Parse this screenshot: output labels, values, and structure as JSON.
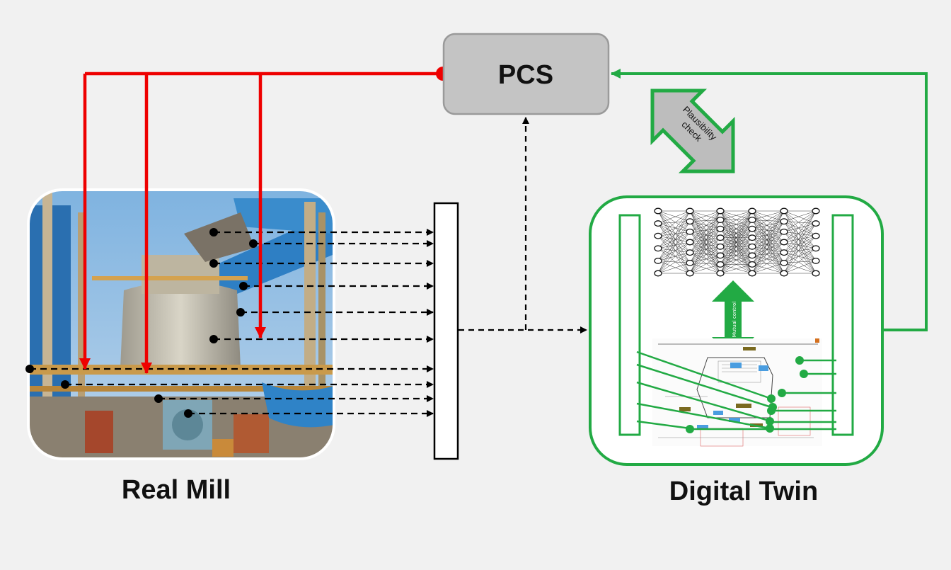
{
  "pcs": {
    "label": "PCS"
  },
  "plausibility": {
    "label_line1": "Plausibility",
    "label_line2": "check"
  },
  "real_mill": {
    "caption": "Real Mill"
  },
  "digital_twin": {
    "caption": "Digital Twin",
    "mutual_control_label": "Mutual control"
  },
  "colors": {
    "control_red": "#ee0000",
    "twin_green": "#22aa44",
    "pcs_fill": "#c4c4c4",
    "pcs_stroke": "#9a9a9a",
    "arrow_grey": "#bdbdbd"
  },
  "icons": {
    "mill_photo": "industrial-mill-photo-icon",
    "neural_net": "neural-network-icon",
    "flow_diagram": "process-flow-diagram-icon"
  }
}
